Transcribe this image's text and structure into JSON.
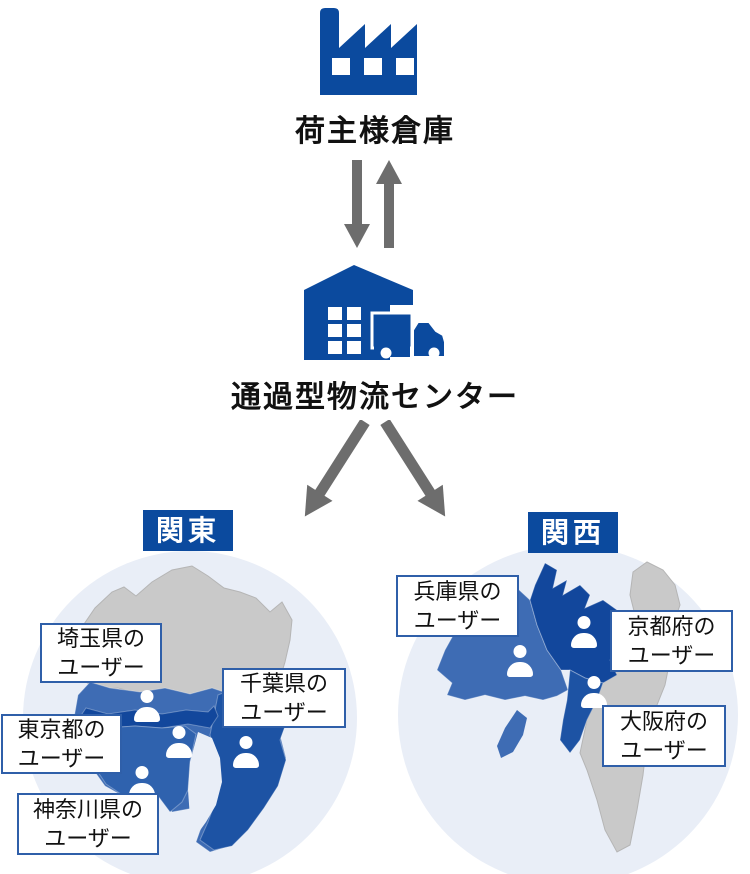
{
  "diagram": {
    "shipper_label": "荷主様倉庫",
    "center_label": "通過型物流センター"
  },
  "regions": {
    "kanto": {
      "badge": "関東",
      "labels": {
        "saitama": "埼玉県の\nユーザー",
        "chiba": "千葉県の\nユーザー",
        "tokyo": "東京都の\nユーザー",
        "kanagawa": "神奈川県の\nユーザー"
      }
    },
    "kansai": {
      "badge": "関西",
      "labels": {
        "hyogo": "兵庫県の\nユーザー",
        "kyoto": "京都府の\nユーザー",
        "osaka": "大阪府の\nユーザー"
      }
    }
  },
  "icons": {
    "factory": "factory-icon",
    "warehouse_truck": "warehouse-truck-icon",
    "vertical_arrows": [
      "down-arrow-icon",
      "up-arrow-icon"
    ],
    "diagonal_arrows": [
      "down-left-arrow-icon",
      "down-right-arrow-icon"
    ],
    "user": "user-icon"
  },
  "colors": {
    "icon_blue": "#0b4a9e",
    "badge_blue": "#0b4a9e",
    "map_blue_darkest": "#12479c",
    "map_blue_dark": "#1d53a4",
    "map_blue_medium_dark": "#2f62ae",
    "map_blue_medium": "#3e6cb4",
    "map_gray": "#c9c9c9",
    "map_gray_border": "#b5b5b5",
    "circle_bg": "#e9eef7",
    "arrow_gray": "#6d6d6d",
    "label_border_blue": "#2f5fa9",
    "label_bg": "#ffffff",
    "text_color": "#111111"
  }
}
